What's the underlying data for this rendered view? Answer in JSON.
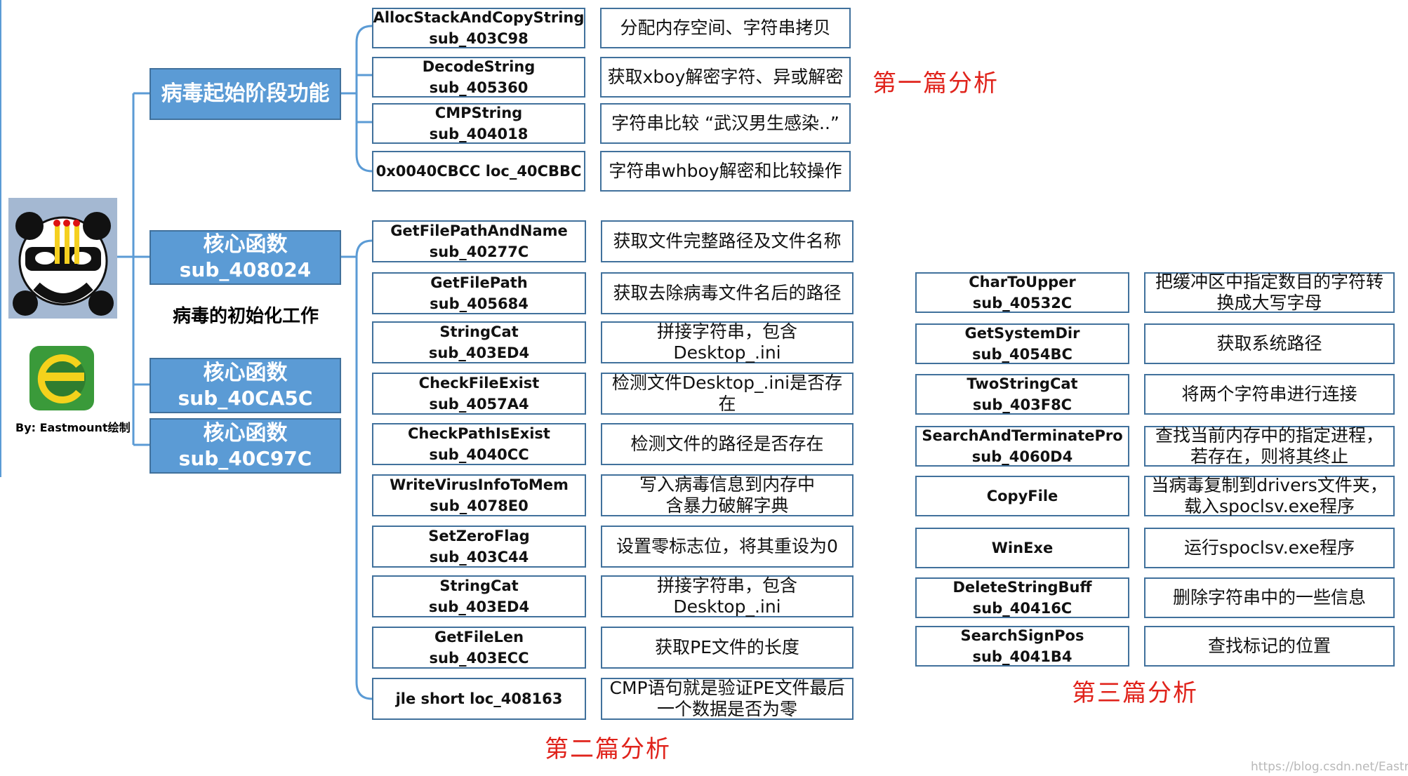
{
  "categories": [
    {
      "title": "病毒起始阶段功能",
      "sub": ""
    },
    {
      "title": "核心函数",
      "sub": "sub_408024"
    },
    {
      "title": "核心函数",
      "sub": "sub_40CA5C"
    },
    {
      "title": "核心函数",
      "sub": "sub_40C97C"
    }
  ],
  "init_label": "病毒的初始化工作",
  "author": "By: Eastmount绘制",
  "group1": [
    {
      "name": "AllocStackAndCopyString",
      "addr": "sub_403C98",
      "desc": "分配内存空间、字符串拷贝"
    },
    {
      "name": "DecodeString",
      "addr": "sub_405360",
      "desc": "获取xboy解密字符、异或解密"
    },
    {
      "name": "CMPString",
      "addr": "sub_404018",
      "desc": "字符串比较 “武汉男生感染..”"
    },
    {
      "name": "0x0040CBCC loc_40CBBC",
      "addr": "",
      "desc": "字符串whboy解密和比较操作"
    }
  ],
  "group2": [
    {
      "name": "GetFilePathAndName",
      "addr": "sub_40277C",
      "desc": "获取文件完整路径及文件名称"
    },
    {
      "name": "GetFilePath",
      "addr": "sub_405684",
      "desc": "获取去除病毒文件名后的路径"
    },
    {
      "name": "StringCat",
      "addr": "sub_403ED4",
      "desc": "拼接字符串，包含Desktop_.ini"
    },
    {
      "name": "CheckFileExist",
      "addr": "sub_4057A4",
      "desc": "检测文件Desktop_.ini是否存在"
    },
    {
      "name": "CheckPathIsExist",
      "addr": "sub_4040CC",
      "desc": "检测文件的路径是否存在"
    },
    {
      "name": "WriteVirusInfoToMem",
      "addr": "sub_4078E0",
      "desc": "写入病毒信息到内存中\n含暴力破解字典"
    },
    {
      "name": "SetZeroFlag",
      "addr": "sub_403C44",
      "desc": "设置零标志位，将其重设为0"
    },
    {
      "name": "StringCat",
      "addr": "sub_403ED4",
      "desc": "拼接字符串，包含Desktop_.ini"
    },
    {
      "name": "GetFileLen",
      "addr": "sub_403ECC",
      "desc": "获取PE文件的长度"
    },
    {
      "name": "jle short loc_408163",
      "addr": "",
      "desc": "CMP语句就是验证PE文件最后\n一个数据是否为零"
    }
  ],
  "group3": [
    {
      "name": "CharToUpper",
      "addr": "sub_40532C",
      "desc": "把缓冲区中指定数目的字符转\n换成大写字母"
    },
    {
      "name": "GetSystemDir",
      "addr": "sub_4054BC",
      "desc": "获取系统路径"
    },
    {
      "name": "TwoStringCat",
      "addr": "sub_403F8C",
      "desc": "将两个字符串进行连接"
    },
    {
      "name": "SearchAndTerminatePro",
      "addr": "sub_4060D4",
      "desc": "查找当前内存中的指定进程，\n若存在，则将其终止"
    },
    {
      "name": "CopyFile",
      "addr": "",
      "desc": "当病毒复制到drivers文件夹，\n载入spoclsv.exe程序"
    },
    {
      "name": "WinExe",
      "addr": "",
      "desc": "运行spoclsv.exe程序"
    },
    {
      "name": "DeleteStringBuff",
      "addr": "sub_40416C",
      "desc": "删除字符串中的一些信息"
    },
    {
      "name": "SearchSignPos",
      "addr": "sub_4041B4",
      "desc": "查找标记的位置"
    }
  ],
  "labels": {
    "part1": "第一篇分析",
    "part2": "第二篇分析",
    "part3": "第三篇分析"
  },
  "watermark": "https://blog.csdn.net/Eastmount",
  "colors": {
    "box_fill": "#5b9bd5",
    "box_border": "#41719c",
    "label_red": "#e0231b"
  },
  "icons": [
    "panda-logo-icon",
    "e-logo-icon"
  ]
}
